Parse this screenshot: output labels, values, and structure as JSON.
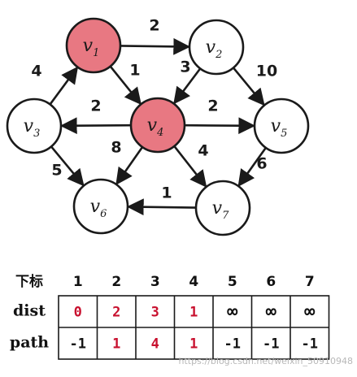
{
  "colors": {
    "highlight_fill": "#e87882",
    "node_fill": "#ffffff",
    "stroke": "#1a1a1a",
    "table_red": "#c8102e",
    "table_black": "#111111",
    "watermark": "#b8b8b8"
  },
  "graph": {
    "nodes": [
      {
        "id": "v1",
        "base": "v",
        "sub": "1",
        "highlighted": true
      },
      {
        "id": "v2",
        "base": "v",
        "sub": "2",
        "highlighted": false
      },
      {
        "id": "v3",
        "base": "v",
        "sub": "3",
        "highlighted": false
      },
      {
        "id": "v4",
        "base": "v",
        "sub": "4",
        "highlighted": true
      },
      {
        "id": "v5",
        "base": "v",
        "sub": "5",
        "highlighted": false
      },
      {
        "id": "v6",
        "base": "v",
        "sub": "6",
        "highlighted": false
      },
      {
        "id": "v7",
        "base": "v",
        "sub": "7",
        "highlighted": false
      }
    ],
    "edges": [
      {
        "from": "v1",
        "to": "v2",
        "weight": "2"
      },
      {
        "from": "v1",
        "to": "v4",
        "weight": "1"
      },
      {
        "from": "v2",
        "to": "v4",
        "weight": "3"
      },
      {
        "from": "v2",
        "to": "v5",
        "weight": "10"
      },
      {
        "from": "v3",
        "to": "v1",
        "weight": "4"
      },
      {
        "from": "v3",
        "to": "v6",
        "weight": "5"
      },
      {
        "from": "v4",
        "to": "v3",
        "weight": "2"
      },
      {
        "from": "v4",
        "to": "v5",
        "weight": "2"
      },
      {
        "from": "v4",
        "to": "v6",
        "weight": "8"
      },
      {
        "from": "v4",
        "to": "v7",
        "weight": "4"
      },
      {
        "from": "v5",
        "to": "v7",
        "weight": "6"
      },
      {
        "from": "v7",
        "to": "v6",
        "weight": "1"
      }
    ]
  },
  "table": {
    "header_label": "下标",
    "indices": [
      "1",
      "2",
      "3",
      "4",
      "5",
      "6",
      "7"
    ],
    "rows": [
      {
        "label": "dist",
        "cells": [
          {
            "text": "0",
            "red": true
          },
          {
            "text": "2",
            "red": true
          },
          {
            "text": "3",
            "red": true
          },
          {
            "text": "1",
            "red": true
          },
          {
            "text": "∞",
            "red": false
          },
          {
            "text": "∞",
            "red": false
          },
          {
            "text": "∞",
            "red": false
          }
        ]
      },
      {
        "label": "path",
        "cells": [
          {
            "text": "-1",
            "red": false
          },
          {
            "text": "1",
            "red": true
          },
          {
            "text": "4",
            "red": true
          },
          {
            "text": "1",
            "red": true
          },
          {
            "text": "-1",
            "red": false
          },
          {
            "text": "-1",
            "red": false
          },
          {
            "text": "-1",
            "red": false
          }
        ]
      }
    ]
  },
  "watermark": "https://blog.csdn.net/weixin_50910948"
}
